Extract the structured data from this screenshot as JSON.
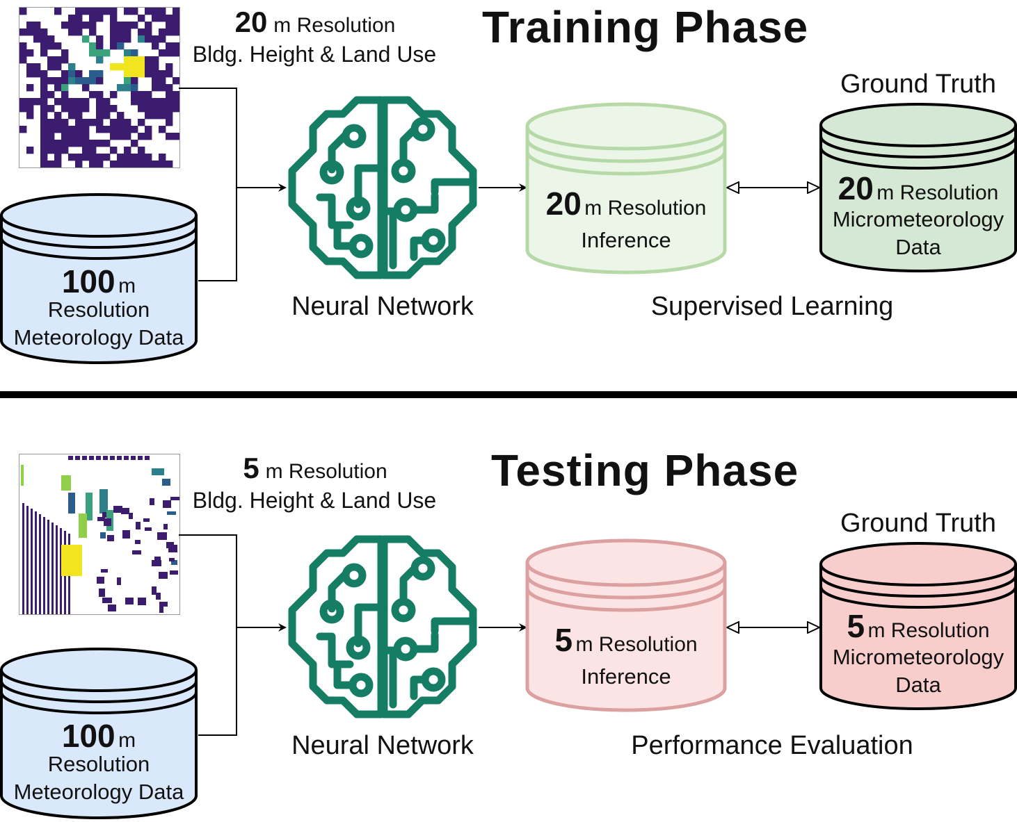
{
  "colors": {
    "meteo_fill": "#dae8fc",
    "train_inf_fill": "#ebf5e8",
    "train_inf_stroke": "#b7d9a8",
    "train_gt_fill": "#d5e8d4",
    "test_inf_fill": "#fce4e4",
    "test_inf_stroke": "#dca0a0",
    "test_gt_fill": "#f8cecc",
    "network_green": "#147d64"
  },
  "training": {
    "title": "Training Phase",
    "input_map": {
      "res_value": "20",
      "res_unit": "m Resolution",
      "desc": "Bldg. Height & Land Use"
    },
    "meteo": {
      "res_value": "100",
      "res_unit": "m",
      "line1": "Resolution",
      "line2": "Meteorology Data"
    },
    "network_label": "Neural Network",
    "inference": {
      "res_value": "20",
      "res_unit": "m Resolution",
      "line1": "Inference"
    },
    "ground_truth": {
      "caption": "Ground Truth",
      "res_value": "20",
      "res_unit": "m Resolution",
      "line1": "Micrometeorology",
      "line2": "Data"
    },
    "method_label": "Supervised Learning"
  },
  "testing": {
    "title": "Testing Phase",
    "input_map": {
      "res_value": "5",
      "res_unit": "m Resolution",
      "desc": "Bldg. Height & Land Use"
    },
    "meteo": {
      "res_value": "100",
      "res_unit": "m",
      "line1": "Resolution",
      "line2": "Meteorology Data"
    },
    "network_label": "Neural Network",
    "inference": {
      "res_value": "5",
      "res_unit": "m Resolution",
      "line1": "Inference"
    },
    "ground_truth": {
      "caption": "Ground Truth",
      "res_value": "5",
      "res_unit": "m Resolution",
      "line1": "Micrometeorology",
      "line2": "Data"
    },
    "method_label": "Performance Evaluation"
  }
}
